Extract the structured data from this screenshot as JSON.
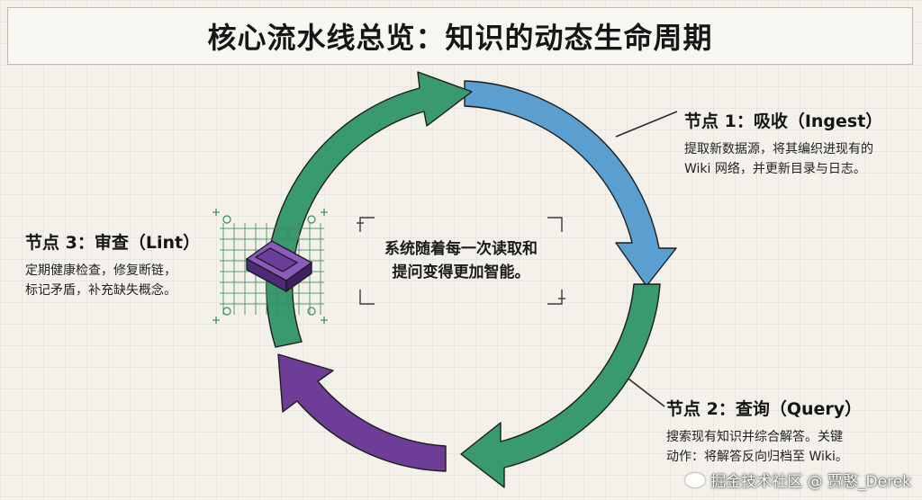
{
  "title": "核心流水线总览：知识的动态生命周期",
  "center_text": [
    "系统随着每一次读取和",
    "提问变得更加智能。"
  ],
  "nodes": {
    "ingest": {
      "title": "节点 1：吸收（Ingest）",
      "desc": [
        "提取新数据源，将其编织进现有的",
        "Wiki 网络，并更新目录与日志。"
      ]
    },
    "query": {
      "title": "节点 2：查询（Query）",
      "desc": [
        "搜索现有知识并综合解答。关键",
        "动作：将解答反向归档至 Wiki。"
      ]
    },
    "lint": {
      "title": "节点 3：审查（Lint）",
      "desc": [
        "定期健康检查，修复断链，",
        "标记矛盾，补充缺失概念。"
      ]
    }
  },
  "watermark": "掘金技术社区 @ 贾憨_Derek",
  "colors": {
    "ingest_arrow": "#5a9fd0",
    "query_arrow": "#3a9a6f",
    "lint_arrow": "#6d3d98",
    "return_arrow": "#3a9a6f",
    "chip": "#6a3e99"
  },
  "icons": [
    "cycle-arrow",
    "grid-chip-icon",
    "leader-line"
  ]
}
